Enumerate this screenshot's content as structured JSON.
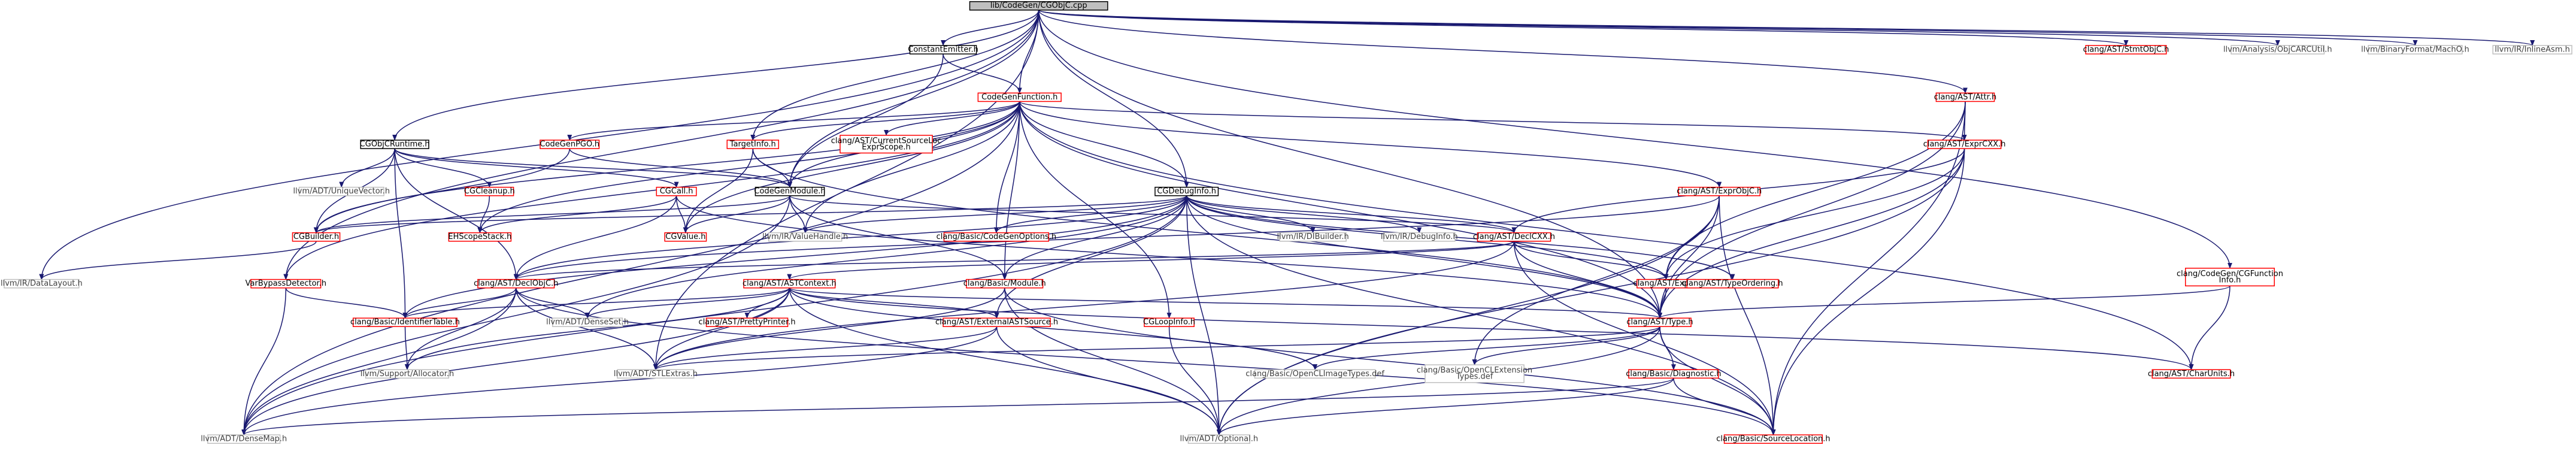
{
  "colors": {
    "edge": "#191970",
    "root_fill": "#bfbfbf",
    "root_stroke": "#000000",
    "local_stroke": "#000000",
    "local_text": "#000000",
    "linked_stroke": "#ff0000",
    "linked_text": "#000000",
    "external_stroke": "#bfbfbf",
    "external_text": "#404040"
  },
  "nodes": [
    {
      "id": "root",
      "label": "lib/CodeGen/CGObjC.cpp",
      "kind": "root"
    },
    {
      "id": "constantemitter",
      "label": "ConstantEmitter.h",
      "kind": "local"
    },
    {
      "id": "codegenfunction",
      "label": "CodeGenFunction.h",
      "kind": "linked"
    },
    {
      "id": "cgobjcruntime",
      "label": "CGObjCRuntime.h",
      "kind": "local"
    },
    {
      "id": "codegenpgo",
      "label": "CodeGenPGO.h",
      "kind": "linked"
    },
    {
      "id": "currentsourceloc",
      "label": [
        "clang/AST/CurrentSourceLoc",
        "ExprScope.h"
      ],
      "kind": "linked"
    },
    {
      "id": "targetinfo",
      "label": "TargetInfo.h",
      "kind": "linked"
    },
    {
      "id": "uniquevector",
      "label": "llvm/ADT/UniqueVector.h",
      "kind": "external"
    },
    {
      "id": "cgcleanup",
      "label": "CGCleanup.h",
      "kind": "linked"
    },
    {
      "id": "cgcall",
      "label": "CGCall.h",
      "kind": "linked"
    },
    {
      "id": "codegenmodule",
      "label": "CodeGenModule.h",
      "kind": "local"
    },
    {
      "id": "cgdebuginfo",
      "label": "CGDebugInfo.h",
      "kind": "local"
    },
    {
      "id": "cgbuilder",
      "label": "CGBuilder.h",
      "kind": "linked"
    },
    {
      "id": "ehscopestack",
      "label": "EHScopeStack.h",
      "kind": "linked"
    },
    {
      "id": "cgvalue",
      "label": "CGValue.h",
      "kind": "linked"
    },
    {
      "id": "valuehandle",
      "label": "llvm/IR/ValueHandle.h",
      "kind": "external"
    },
    {
      "id": "codegenoptions",
      "label": "clang/Basic/CodeGenOptions.h",
      "kind": "linked"
    },
    {
      "id": "dibuilder",
      "label": "llvm/IR/DIBuilder.h",
      "kind": "external"
    },
    {
      "id": "debuginfo",
      "label": "llvm/IR/DebugInfo.h",
      "kind": "external"
    },
    {
      "id": "declcxx",
      "label": "clang/AST/DeclCXX.h",
      "kind": "linked"
    },
    {
      "id": "exprobjc",
      "label": "clang/AST/ExprObjC.h",
      "kind": "linked"
    },
    {
      "id": "datalayout",
      "label": "llvm/IR/DataLayout.h",
      "kind": "external"
    },
    {
      "id": "varbypass",
      "label": "VarBypassDetector.h",
      "kind": "linked"
    },
    {
      "id": "declobjc",
      "label": "clang/AST/DeclObjC.h",
      "kind": "linked"
    },
    {
      "id": "astcontext",
      "label": "clang/AST/ASTContext.h",
      "kind": "linked"
    },
    {
      "id": "basicmodule",
      "label": "clang/Basic/Module.h",
      "kind": "linked"
    },
    {
      "id": "expr",
      "label": "clang/AST/Expr.h",
      "kind": "linked"
    },
    {
      "id": "typeordering",
      "label": "clang/AST/TypeOrdering.h",
      "kind": "linked"
    },
    {
      "id": "identifiertable",
      "label": "clang/Basic/IdentifierTable.h",
      "kind": "linked"
    },
    {
      "id": "denseset",
      "label": "llvm/ADT/DenseSet.h",
      "kind": "external"
    },
    {
      "id": "prettyprinter",
      "label": "clang/AST/PrettyPrinter.h",
      "kind": "linked"
    },
    {
      "id": "externalastsource",
      "label": "clang/AST/ExternalASTSource.h",
      "kind": "linked"
    },
    {
      "id": "cgloopinfo",
      "label": "CGLoopInfo.h",
      "kind": "linked"
    },
    {
      "id": "type",
      "label": "clang/AST/Type.h",
      "kind": "linked"
    },
    {
      "id": "allocator",
      "label": "llvm/Support/Allocator.h",
      "kind": "external"
    },
    {
      "id": "stlextras",
      "label": "llvm/ADT/STLExtras.h",
      "kind": "external"
    },
    {
      "id": "openclimage",
      "label": "clang/Basic/OpenCLImageTypes.def",
      "kind": "external"
    },
    {
      "id": "openclext",
      "label": [
        "clang/Basic/OpenCLExtension",
        "Types.def"
      ],
      "kind": "external"
    },
    {
      "id": "diagnostic",
      "label": "clang/Basic/Diagnostic.h",
      "kind": "linked"
    },
    {
      "id": "charunits",
      "label": "clang/AST/CharUnits.h",
      "kind": "linked"
    },
    {
      "id": "densemap",
      "label": "llvm/ADT/DenseMap.h",
      "kind": "external"
    },
    {
      "id": "optional",
      "label": "llvm/ADT/Optional.h",
      "kind": "external"
    },
    {
      "id": "sourcelocation",
      "label": "clang/Basic/SourceLocation.h",
      "kind": "linked"
    },
    {
      "id": "attr",
      "label": "clang/AST/Attr.h",
      "kind": "linked"
    },
    {
      "id": "exprcxx",
      "label": "clang/AST/ExprCXX.h",
      "kind": "linked"
    },
    {
      "id": "cgfunctioninfo",
      "label": [
        "clang/CodeGen/CGFunction",
        "Info.h"
      ],
      "kind": "linked"
    },
    {
      "id": "stmtobjc",
      "label": "clang/AST/StmtObjC.h",
      "kind": "linked"
    },
    {
      "id": "objcarcutil",
      "label": "llvm/Analysis/ObjCARCUtil.h",
      "kind": "external"
    },
    {
      "id": "machoh",
      "label": "llvm/BinaryFormat/MachO.h",
      "kind": "external"
    },
    {
      "id": "inlineasm",
      "label": "llvm/IR/InlineAsm.h",
      "kind": "external"
    }
  ],
  "edges": [
    [
      "root",
      "constantemitter"
    ],
    [
      "root",
      "codegenfunction"
    ],
    [
      "root",
      "cgobjcruntime"
    ],
    [
      "root",
      "targetinfo"
    ],
    [
      "root",
      "codegenmodule"
    ],
    [
      "root",
      "cgdebuginfo"
    ],
    [
      "root",
      "attr"
    ],
    [
      "root",
      "cgfunctioninfo"
    ],
    [
      "root",
      "stmtobjc"
    ],
    [
      "root",
      "objcarcutil"
    ],
    [
      "root",
      "machoh"
    ],
    [
      "root",
      "inlineasm"
    ],
    [
      "root",
      "datalayout"
    ],
    [
      "root",
      "varbypass"
    ],
    [
      "root",
      "type"
    ],
    [
      "root",
      "stlextras"
    ],
    [
      "constantemitter",
      "codegenfunction"
    ],
    [
      "constantemitter",
      "codegenmodule"
    ],
    [
      "codegenfunction",
      "cgbuilder"
    ],
    [
      "codegenfunction",
      "codegenpgo"
    ],
    [
      "codegenfunction",
      "currentsourceloc"
    ],
    [
      "codegenfunction",
      "targetinfo"
    ],
    [
      "codegenfunction",
      "cgdebuginfo"
    ],
    [
      "codegenfunction",
      "codegenmodule"
    ],
    [
      "codegenfunction",
      "cgvalue"
    ],
    [
      "codegenfunction",
      "valuehandle"
    ],
    [
      "codegenfunction",
      "ehscopestack"
    ],
    [
      "codegenfunction",
      "codegenoptions"
    ],
    [
      "codegenfunction",
      "cgloopinfo"
    ],
    [
      "codegenfunction",
      "varbypass"
    ],
    [
      "codegenfunction",
      "exprobjc"
    ],
    [
      "codegenfunction",
      "exprcxx"
    ],
    [
      "codegenfunction",
      "type"
    ],
    [
      "codegenfunction",
      "densemap"
    ],
    [
      "codegenfunction",
      "charunits"
    ],
    [
      "codegenfunction",
      "basicmodule"
    ],
    [
      "cgobjcruntime",
      "cgbuilder"
    ],
    [
      "cgobjcruntime",
      "codegenmodule"
    ],
    [
      "cgobjcruntime",
      "cgcleanup"
    ],
    [
      "cgobjcruntime",
      "cgcall"
    ],
    [
      "cgobjcruntime",
      "uniquevector"
    ],
    [
      "cgobjcruntime",
      "declobjc"
    ],
    [
      "cgobjcruntime",
      "identifiertable"
    ],
    [
      "codegenpgo",
      "codegenmodule"
    ],
    [
      "codegenpgo",
      "cgbuilder"
    ],
    [
      "targetinfo",
      "codegenmodule"
    ],
    [
      "targetinfo",
      "cgvalue"
    ],
    [
      "targetinfo",
      "type"
    ],
    [
      "cgcleanup",
      "ehscopestack"
    ],
    [
      "cgcall",
      "cgvalue"
    ],
    [
      "cgcall",
      "ehscopestack"
    ],
    [
      "cgcall",
      "declobjc"
    ],
    [
      "cgcall",
      "type"
    ],
    [
      "codegenmodule",
      "cgvalue"
    ],
    [
      "codegenmodule",
      "valuehandle"
    ],
    [
      "codegenmodule",
      "cgbuilder"
    ],
    [
      "codegenmodule",
      "declcxx"
    ],
    [
      "codegenmodule",
      "densemap"
    ],
    [
      "codegenmodule",
      "basicmodule"
    ],
    [
      "cgdebuginfo",
      "cgbuilder"
    ],
    [
      "cgdebuginfo",
      "valuehandle"
    ],
    [
      "cgdebuginfo",
      "codegenoptions"
    ],
    [
      "cgdebuginfo",
      "dibuilder"
    ],
    [
      "cgdebuginfo",
      "debuginfo"
    ],
    [
      "cgdebuginfo",
      "declcxx"
    ],
    [
      "cgdebuginfo",
      "expr"
    ],
    [
      "cgdebuginfo",
      "typeordering"
    ],
    [
      "cgdebuginfo",
      "basicmodule"
    ],
    [
      "cgdebuginfo",
      "externalastsource"
    ],
    [
      "cgdebuginfo",
      "type"
    ],
    [
      "cgdebuginfo",
      "sourcelocation"
    ],
    [
      "cgdebuginfo",
      "optional"
    ],
    [
      "cgdebuginfo",
      "densemap"
    ],
    [
      "cgdebuginfo",
      "denseset"
    ],
    [
      "cgdebuginfo",
      "declobjc"
    ],
    [
      "cgdebuginfo",
      "identifiertable"
    ],
    [
      "cgbuilder",
      "datalayout"
    ],
    [
      "declcxx",
      "declobjc"
    ],
    [
      "declcxx",
      "expr"
    ],
    [
      "declcxx",
      "type"
    ],
    [
      "declcxx",
      "astcontext"
    ],
    [
      "declcxx",
      "stlextras"
    ],
    [
      "declcxx",
      "sourcelocation"
    ],
    [
      "exprobjc",
      "declobjc"
    ],
    [
      "exprobjc",
      "expr"
    ],
    [
      "exprobjc",
      "type"
    ],
    [
      "exprobjc",
      "sourcelocation"
    ],
    [
      "exprobjc",
      "openclext"
    ],
    [
      "exprobjc",
      "optional"
    ],
    [
      "declobjc",
      "identifiertable"
    ],
    [
      "declobjc",
      "denseset"
    ],
    [
      "declobjc",
      "densemap"
    ],
    [
      "declobjc",
      "stlextras"
    ],
    [
      "declobjc",
      "sourcelocation"
    ],
    [
      "declobjc",
      "allocator"
    ],
    [
      "astcontext",
      "identifiertable"
    ],
    [
      "astcontext",
      "prettyprinter"
    ],
    [
      "astcontext",
      "externalastsource"
    ],
    [
      "astcontext",
      "type"
    ],
    [
      "astcontext",
      "denseset"
    ],
    [
      "astcontext",
      "densemap"
    ],
    [
      "astcontext",
      "optional"
    ],
    [
      "astcontext",
      "stlextras"
    ],
    [
      "astcontext",
      "openclimage"
    ],
    [
      "astcontext",
      "charunits"
    ],
    [
      "astcontext",
      "allocator"
    ],
    [
      "basicmodule",
      "sourcelocation"
    ],
    [
      "basicmodule",
      "optional"
    ],
    [
      "basicmodule",
      "stlextras"
    ],
    [
      "expr",
      "type"
    ],
    [
      "externalastsource",
      "stlextras"
    ],
    [
      "externalastsource",
      "densemap"
    ],
    [
      "externalastsource",
      "optional"
    ],
    [
      "cgloopinfo",
      "optional"
    ],
    [
      "type",
      "openclimage"
    ],
    [
      "type",
      "openclext"
    ],
    [
      "type",
      "diagnostic"
    ],
    [
      "type",
      "sourcelocation"
    ],
    [
      "type",
      "stlextras"
    ],
    [
      "type",
      "optional"
    ],
    [
      "diagnostic",
      "sourcelocation"
    ],
    [
      "diagnostic",
      "optional"
    ],
    [
      "diagnostic",
      "densemap"
    ],
    [
      "identifiertable",
      "allocator"
    ],
    [
      "attr",
      "exprcxx"
    ],
    [
      "attr",
      "expr"
    ],
    [
      "attr",
      "type"
    ],
    [
      "attr",
      "sourcelocation"
    ],
    [
      "exprcxx",
      "declcxx"
    ],
    [
      "exprcxx",
      "expr"
    ],
    [
      "exprcxx",
      "type"
    ],
    [
      "exprcxx",
      "sourcelocation"
    ],
    [
      "exprcxx",
      "optional"
    ],
    [
      "cgfunctioninfo",
      "type"
    ],
    [
      "cgfunctioninfo",
      "charunits"
    ],
    [
      "varbypass",
      "densemap"
    ],
    [
      "varbypass",
      "identifiertable"
    ]
  ]
}
